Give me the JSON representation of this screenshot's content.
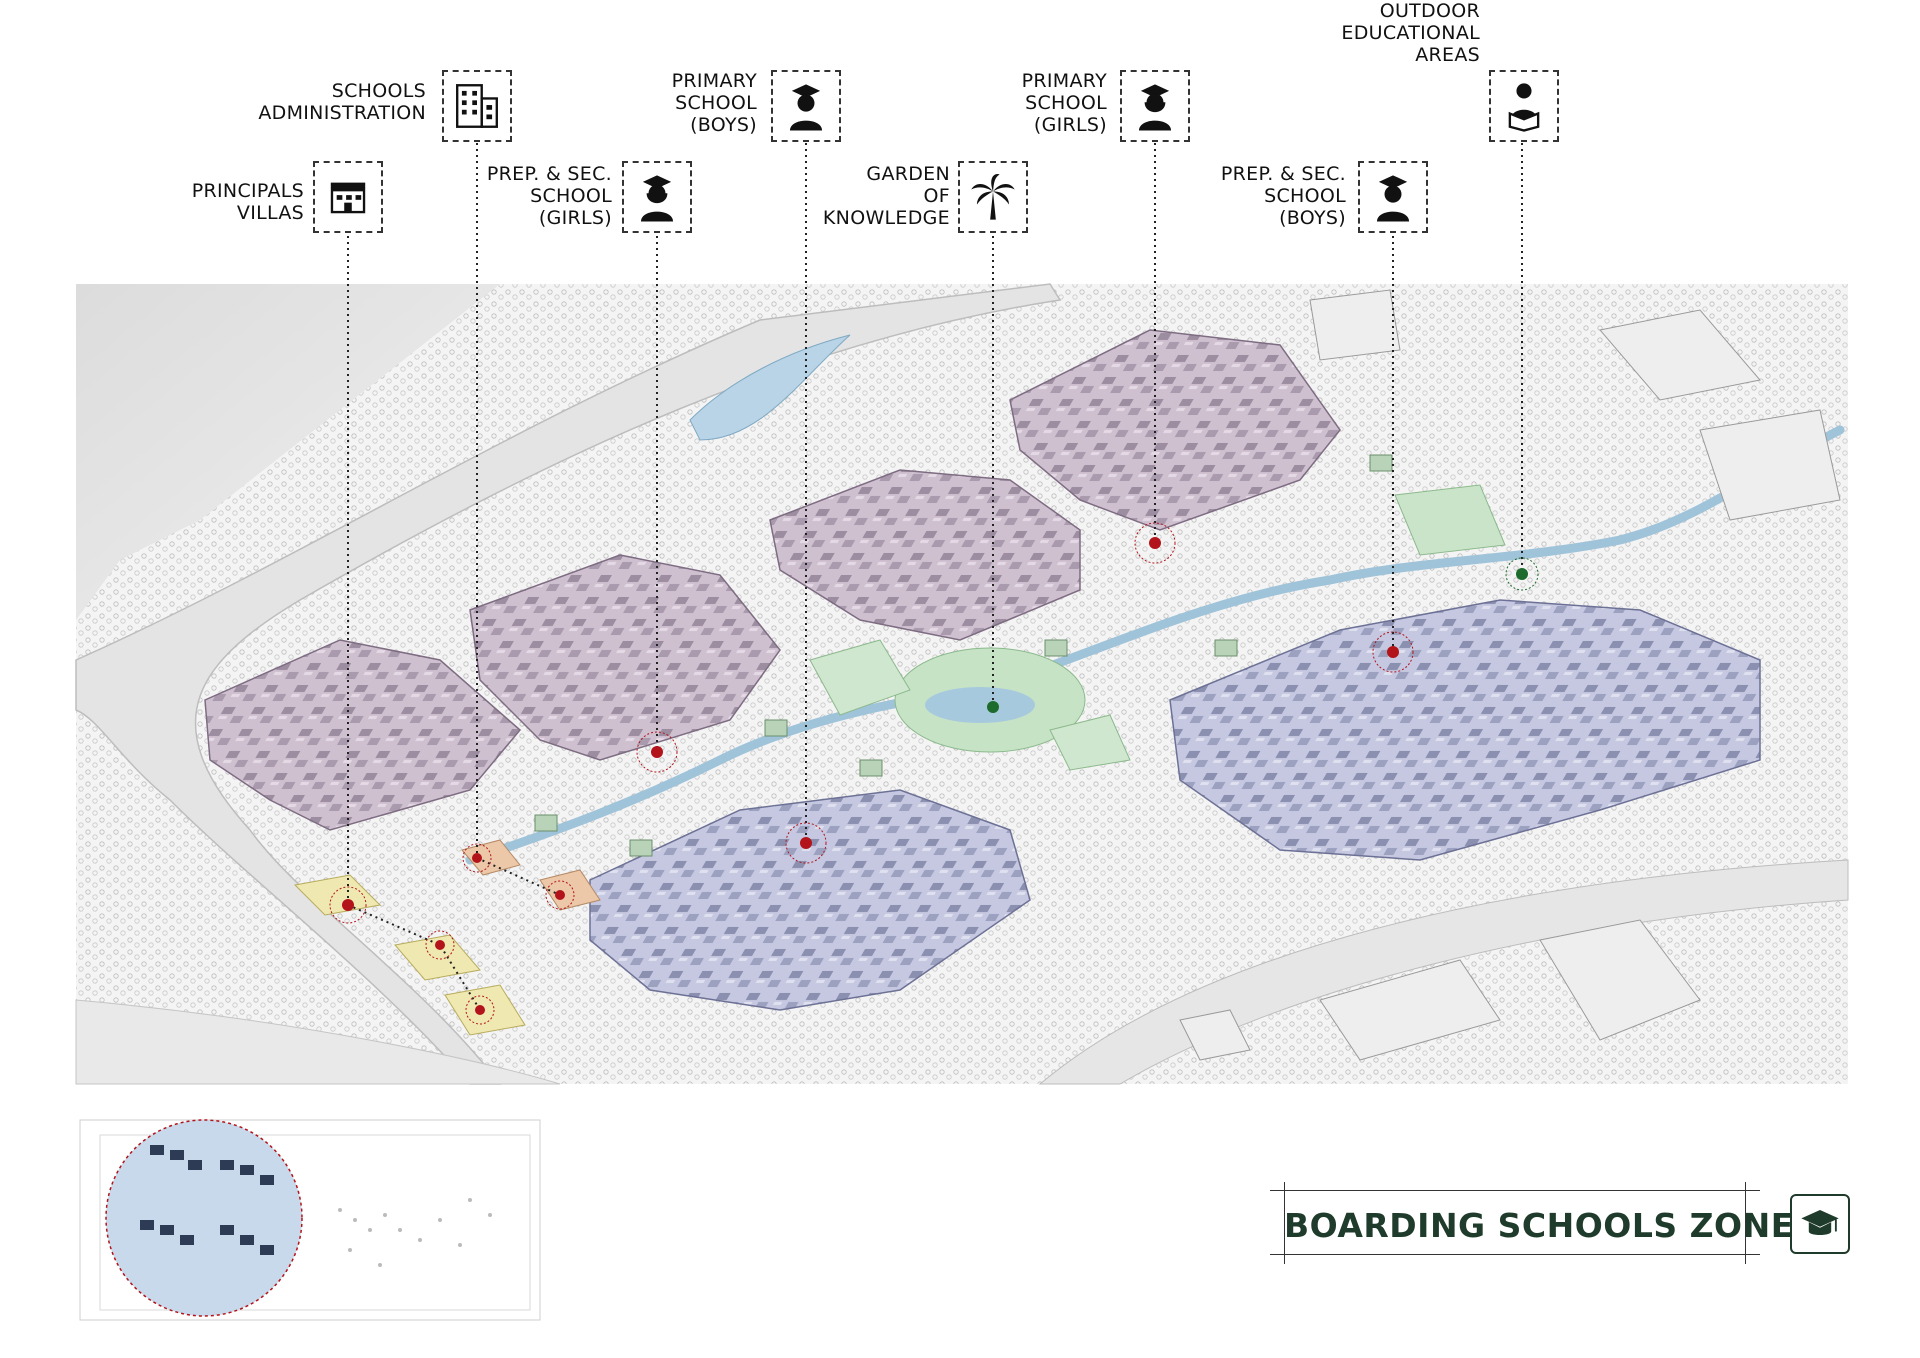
{
  "labels": {
    "principals_villas": [
      "PRINCIPALS",
      "VILLAS"
    ],
    "schools_administration": [
      "SCHOOLS",
      "ADMINISTRATION"
    ],
    "prep_sec_girls": [
      "PREP. & SEC.",
      "SCHOOL",
      "(GIRLS)"
    ],
    "primary_boys": [
      "PRIMARY",
      "SCHOOL",
      "(BOYS)"
    ],
    "garden_of_knowledge": [
      "GARDEN",
      "OF",
      "KNOWLEDGE"
    ],
    "primary_girls": [
      "PRIMARY",
      "SCHOOL",
      "(GIRLS)"
    ],
    "prep_sec_boys": [
      "PREP. & SEC.",
      "SCHOOL",
      "(BOYS)"
    ],
    "outdoor_educational_areas": [
      "OUTDOOR",
      "EDUCATIONAL",
      "AREAS"
    ]
  },
  "icons": {
    "principals_villas": "building-villa-icon",
    "schools_administration": "office-building-icon",
    "prep_sec_girls": "graduate-girl-icon",
    "primary_boys": "graduate-boy-icon",
    "garden_of_knowledge": "palm-tree-icon",
    "primary_girls": "graduate-girl-icon",
    "prep_sec_boys": "graduate-boy-icon",
    "outdoor_educational_areas": "reader-icon",
    "zone": "graduation-cap-icon"
  },
  "zone_title": "BOARDING SCHOOLS ZONE",
  "colors": {
    "girls_school_blocks": "#cdbfcf",
    "boys_school_blocks": "#c3c6df",
    "garden": "#b9dcb9",
    "villas": "#efe8b0",
    "administration": "#ecc7a8",
    "water": "#b8d4e6",
    "marker_red": "#b3141b",
    "marker_green": "#1d6b2c",
    "title_green": "#1f3b2b"
  }
}
